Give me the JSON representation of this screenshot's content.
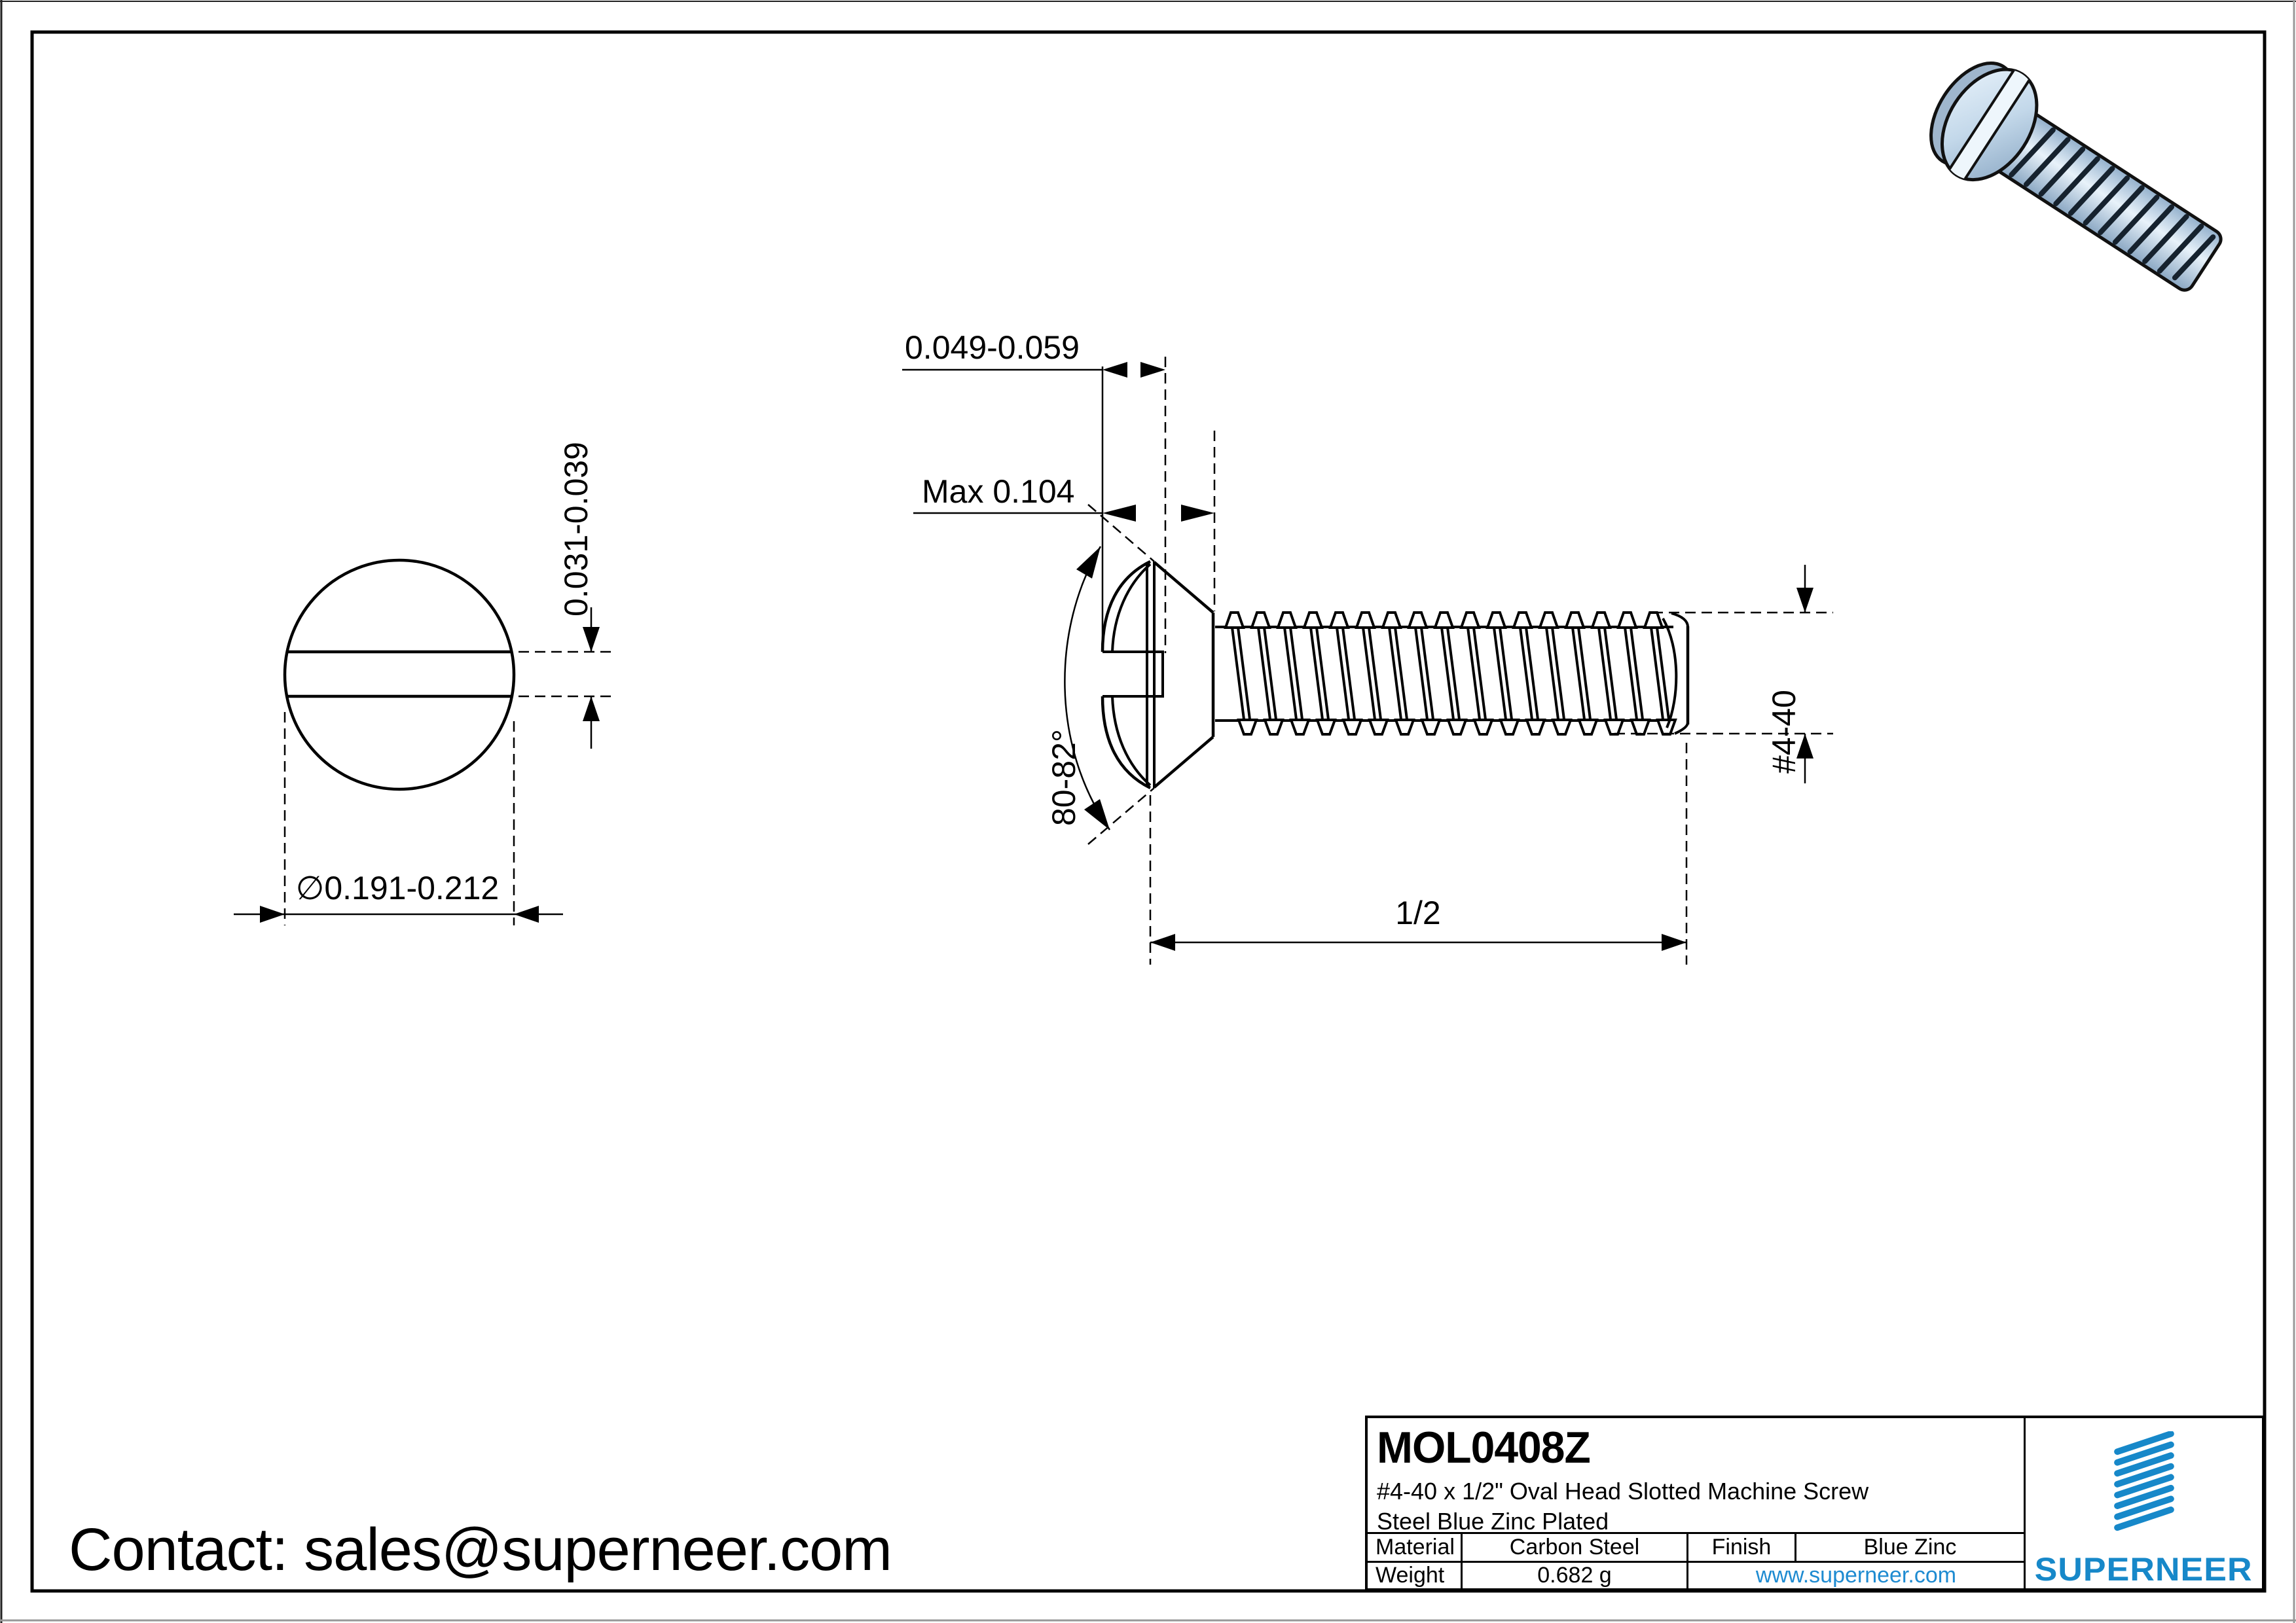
{
  "page": {
    "contact": "Contact: sales@superneer.com"
  },
  "dimensions": {
    "front": {
      "slot_width": "0.031-0.039",
      "head_diameter": "∅0.191-0.212"
    },
    "side": {
      "slot_depth": "0.049-0.059",
      "head_height": "Max 0.104",
      "head_angle": "80-82°",
      "thread_size": "#4-40",
      "thread_length": "1/2"
    }
  },
  "title_block": {
    "part_number": "MOL0408Z",
    "description_line1": "#4-40 x 1/2\" Oval Head Slotted Machine Screw",
    "description_line2": "Steel Blue Zinc Plated",
    "material_label": "Material",
    "material_value": "Carbon Steel",
    "finish_label": "Finish",
    "finish_value": "Blue Zinc",
    "weight_label": "Weight",
    "weight_value": "0.682 g",
    "website": "www.superneer.com",
    "brand": "SUPERNEER"
  },
  "colors": {
    "accent_blue": "#1788c9",
    "link_blue": "#1e8bd1",
    "line_color": "#000000"
  }
}
